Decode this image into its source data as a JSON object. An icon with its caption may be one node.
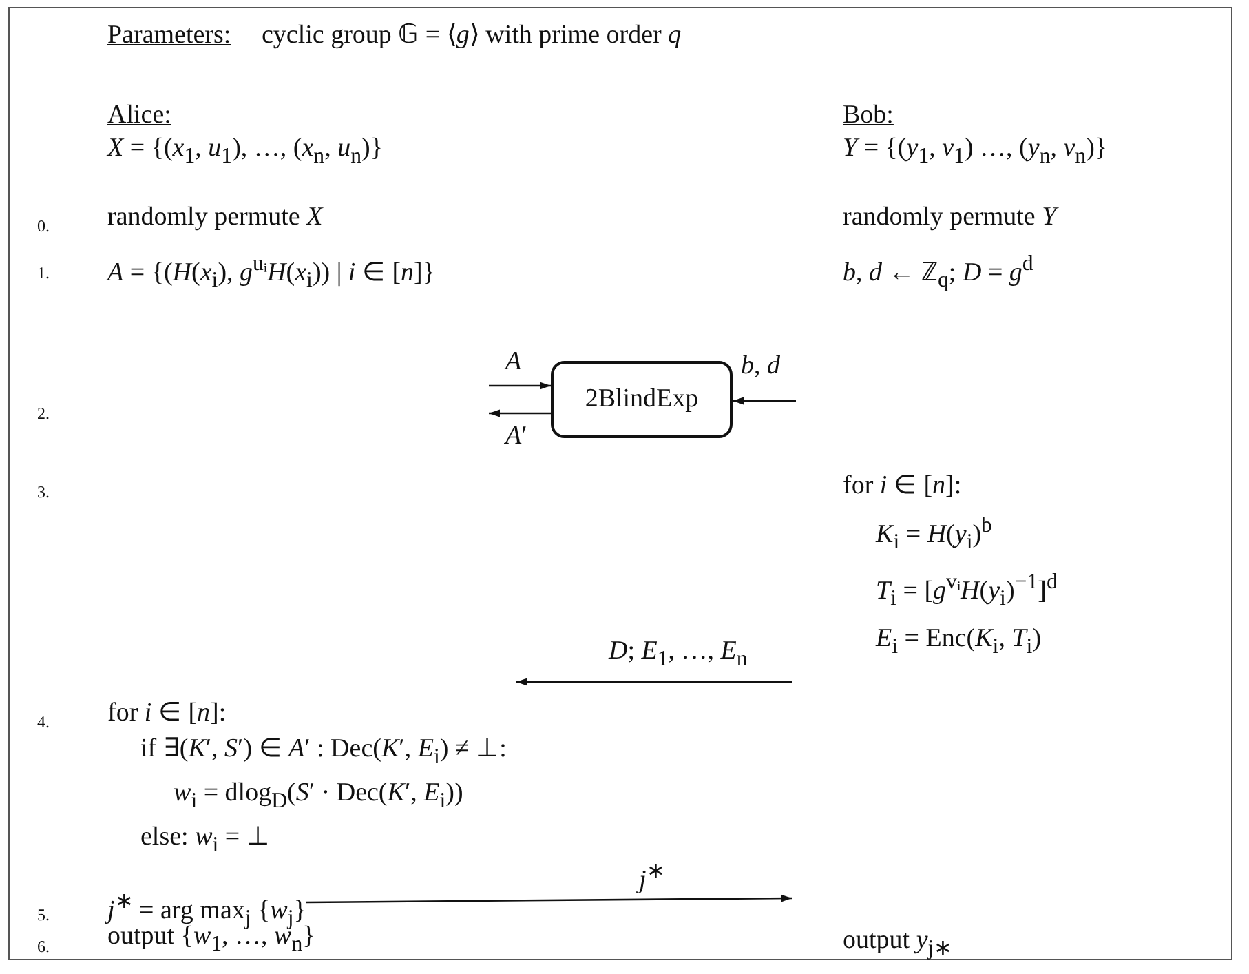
{
  "diagram": {
    "nodes": [
      {
        "text": [
          "2BlindExp"
        ]
      },
      {
        "text": [
          "for *i* ∈ [*n*]:",
          "*K*$_{i}$ = *H*(*y*$_{i}$)$^{b}$",
          "*T*$_{i}$ = [*g*$^{vᵢ}$*H*(*y*$_{i}$)$^{−1}$]$^{d}$",
          "*E*$_{i}$ = Enc(*K*$_{i}$, *T*$_{i}$)"
        ]
      },
      {
        "text": [
          "for *i* ∈ [*n*]:",
          "if ∃(*K*′, *S*′) ∈ *A*′ : Dec(*K*′, *E*$_{i}$) ≠ ⊥:",
          "*w*$_{i}$ = dlog$_{D}$(*S*′ · Dec(*K*′, *E*$_{i}$))",
          "else: *w*$_{i}$ = ⊥"
        ]
      },
      {
        "text": [
          "*j*$^{∗}$ = arg max$_{j}$ {*w*$_{j}$}"
        ]
      },
      {
        "text": [
          "output *y*$_{j∗}$"
        ]
      }
    ],
    "edges": [
      {
        "from": null,
        "to": 0,
        "label": "*A*",
        "arrow": "to"
      },
      {
        "from": 0,
        "to": null,
        "label": "*A*′",
        "arrow": "to"
      },
      {
        "from": null,
        "to": 0,
        "label": "*b*, *d*",
        "arrow": "to"
      },
      {
        "from": 1,
        "to": 2,
        "label": "*D*; *E*$_{1}$, …, *E*$_{n}$",
        "arrow": "to"
      },
      {
        "from": 3,
        "to": 4,
        "label": "*j*$^{∗}$",
        "arrow": "to"
      }
    ],
    "labels": [
      "Parameters:",
      "cyclic group 𝔾 = ⟨*g*⟩ with prime order *q*",
      "Alice:",
      "Bob:",
      "*X* = {(*x*$_{1}$, *u*$_{1}$), …, (*x*$_{n}$, *u*$_{n}$)}",
      "*Y* = {(*y*$_{1}$, *v*$_{1}$) …, (*y*$_{n}$, *v*$_{n}$)}",
      "0.",
      "randomly permute *X*",
      "randomly permute *Y*",
      "1.",
      "*A* = {(*H*(*x*$_{i}$), *g*$^{uᵢ}$*H*(*x*$_{i}$)) | *i* ∈ [*n*]}",
      "*b*, *d* ← ℤ$_{q}$; *D* = *g*$^{d}$",
      "2.",
      "3.",
      "4.",
      "5.",
      "6.",
      "output {*w*$_{1}$, …, *w*$_{n}$}"
    ]
  }
}
